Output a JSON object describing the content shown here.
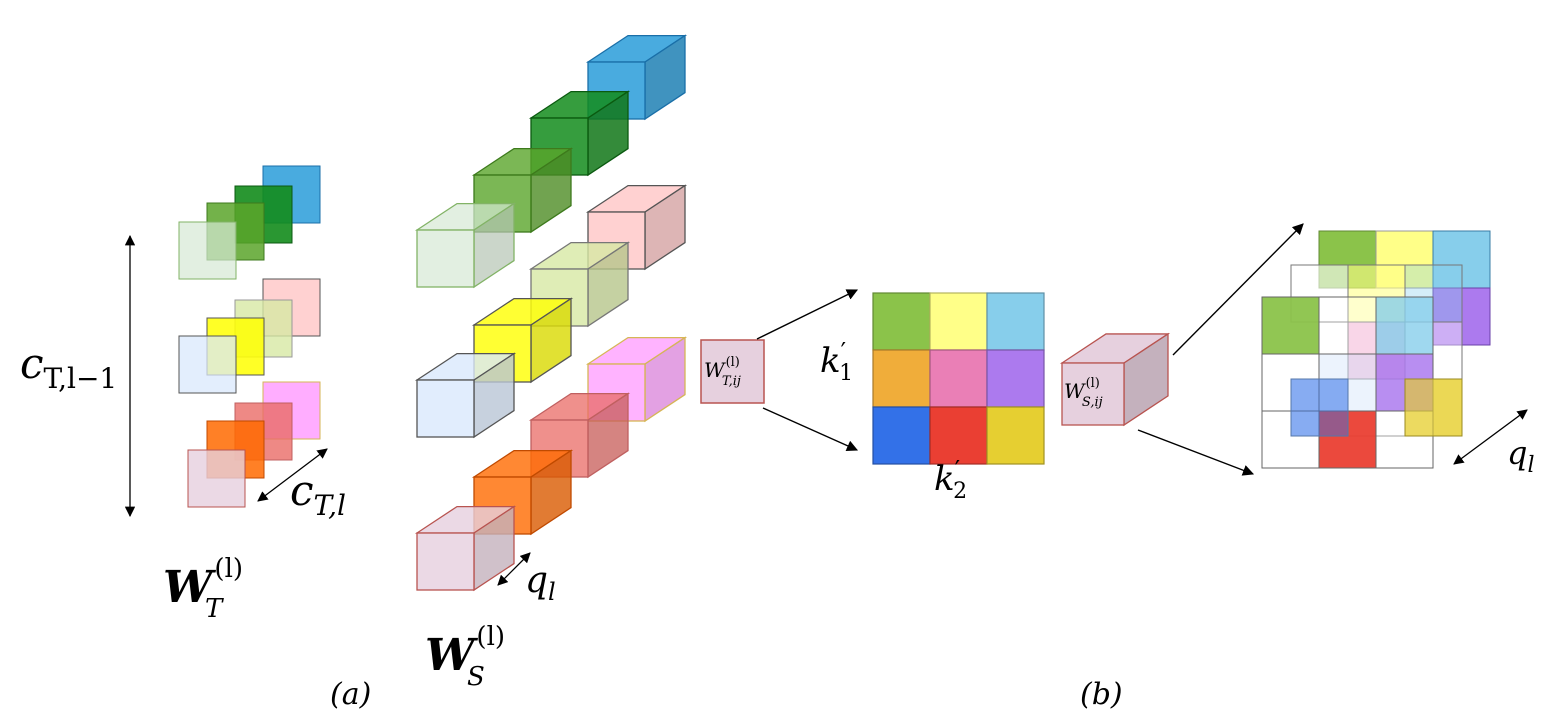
{
  "colors": {
    "blue": "#3fa6dd",
    "dark_green": "#138c1c",
    "mid_green": "#5aa52a",
    "pale_green": "#d5e8d4",
    "light_pink": "#ffcccc",
    "lime_pale": "#d7e9a4",
    "yellow": "#ffff00",
    "pale_blue": "#dae8fc",
    "magenta_light": "#ff99ff",
    "salmon": "#ea6b66",
    "orange": "#ff6a00",
    "pale_mauve": "#e6d0de",
    "grid_green": "#8bc34a",
    "grid_yellow": "#ffff88",
    "grid_sky": "#87ceeb",
    "grid_orange": "#f0ad3a",
    "grid_pink": "#ea7fb6",
    "grid_purple": "#ac7aee",
    "grid_blue": "#3371e8",
    "grid_red": "#ea3f33",
    "grid_gold": "#e6cf31"
  },
  "labels": {
    "c_T_l_minus_1": {
      "base": "c",
      "sub": "T,l−1"
    },
    "c_T_l": {
      "base": "c",
      "sub": "T,l"
    },
    "W_T": {
      "base": "W",
      "sub": "T",
      "sup": "(l)"
    },
    "W_S": {
      "base": "W",
      "sub": "S",
      "sup": "(l)"
    },
    "q_l_a": {
      "base": "q",
      "sub": "l"
    },
    "q_l_b": {
      "base": "q",
      "sub": "l"
    },
    "W_T_ij": {
      "base": "W",
      "sub": "T,ij",
      "sup": "(l)"
    },
    "W_S_ij": {
      "base": "W",
      "sub": "S,ij",
      "sup": "(l)"
    },
    "k1": {
      "base": "k",
      "prime": "′",
      "sub": "1"
    },
    "k2": {
      "base": "k",
      "prime": "′",
      "sub": "2"
    },
    "panel_a": "(a)",
    "panel_b": "(b)"
  }
}
